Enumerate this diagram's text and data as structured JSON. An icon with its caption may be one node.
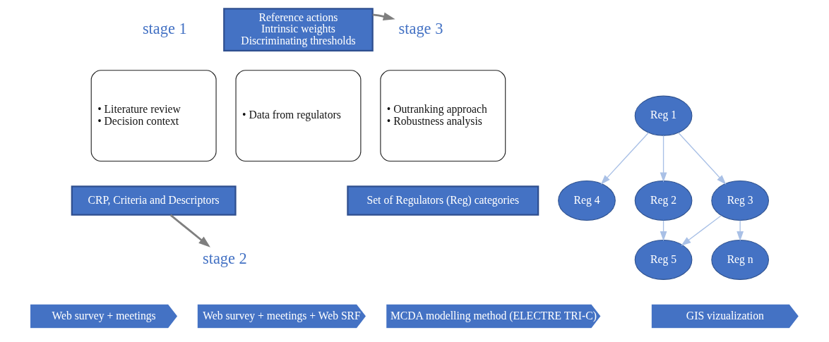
{
  "diagram": {
    "nodes": [
      {
        "text": [
          "• Literature review",
          "• Decision context"
        ]
      },
      {
        "text": [
          "CRP, Criteria and Descriptors"
        ]
      },
      {
        "text": [
          "• Data from regulators"
        ]
      },
      {
        "text": [
          "Reference actions",
          "Intrinsic weights",
          "Discriminating thresholds"
        ]
      },
      {
        "text": [
          "• Outranking approach",
          "• Robustness analysis"
        ]
      },
      {
        "text": [
          "Set of Regulators (Reg) categories"
        ]
      },
      {
        "text": [
          "stage 2"
        ]
      },
      {
        "text": [
          "stage 3"
        ]
      },
      {
        "text": [
          "Web survey + meetings"
        ]
      },
      {
        "text": [
          "Web survey + meetings + Web SRF"
        ]
      },
      {
        "text": [
          "MCDA modelling method (ELECTRE TRI-C)"
        ]
      },
      {
        "text": [
          "GIS vizualization"
        ]
      },
      {
        "text": [
          "Reg 1"
        ]
      },
      {
        "text": [
          "Reg 2"
        ]
      },
      {
        "text": [
          "Reg 3"
        ]
      },
      {
        "text": [
          "Reg 4"
        ]
      },
      {
        "text": [
          "Reg 5"
        ]
      },
      {
        "text": [
          "Reg n"
        ]
      }
    ],
    "edges": [
      {
        "from": 1,
        "to": 6,
        "arrow": "to",
        "color": "#7f7f7f"
      },
      {
        "from": 3,
        "to": 7,
        "arrow": "to",
        "color": "#7f7f7f"
      },
      {
        "from": 12,
        "to": 13,
        "arrow": "to"
      },
      {
        "from": 12,
        "to": 14,
        "arrow": "to"
      },
      {
        "from": 12,
        "to": 15,
        "arrow": "to"
      },
      {
        "from": 13,
        "to": 16,
        "arrow": "to"
      },
      {
        "from": 14,
        "to": 16,
        "arrow": "to"
      },
      {
        "from": 14,
        "to": 17,
        "arrow": "to"
      }
    ],
    "labels": [
      "stage 1"
    ]
  }
}
